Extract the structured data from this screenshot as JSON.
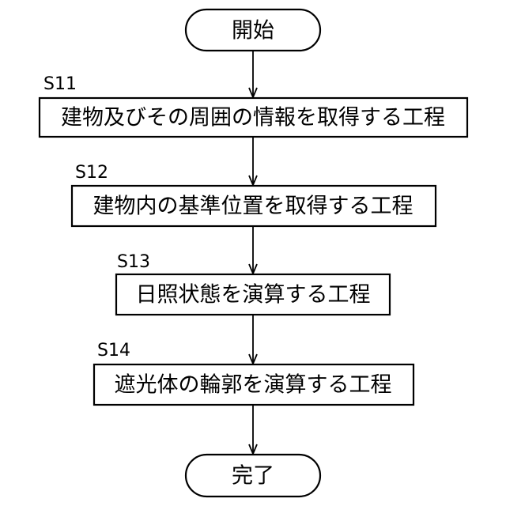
{
  "flowchart": {
    "start": {
      "label": "開始"
    },
    "steps": [
      {
        "id": "S11",
        "label": "建物及びその周囲の情報を取得する工程"
      },
      {
        "id": "S12",
        "label": "建物内の基準位置を取得する工程"
      },
      {
        "id": "S13",
        "label": "日照状態を演算する工程"
      },
      {
        "id": "S14",
        "label": "遮光体の輪郭を演算する工程"
      }
    ],
    "end": {
      "label": "完了"
    }
  }
}
